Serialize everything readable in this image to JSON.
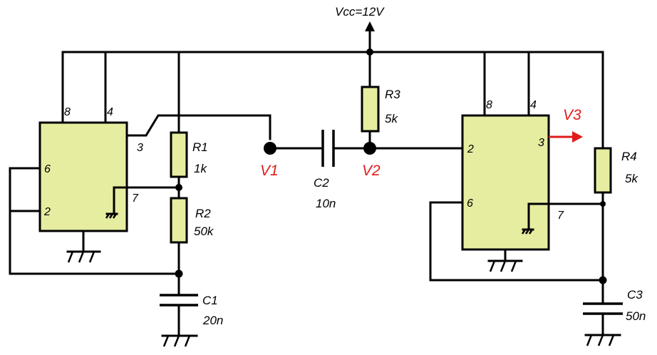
{
  "supply": {
    "label": "Vcc=12V"
  },
  "ic_left": {
    "pin8": "8",
    "pin4": "4",
    "pin3": "3",
    "pin6": "6",
    "pin2": "2",
    "pin7": "7"
  },
  "ic_right": {
    "pin8": "8",
    "pin4": "4",
    "pin3": "3",
    "pin2": "2",
    "pin6": "6",
    "pin7": "7"
  },
  "components": {
    "R1": {
      "name": "R1",
      "value": "1k"
    },
    "R2": {
      "name": "R2",
      "value": "50k"
    },
    "R3": {
      "name": "R3",
      "value": "5k"
    },
    "R4": {
      "name": "R4",
      "value": "5k"
    },
    "C1": {
      "name": "C1",
      "value": "20n"
    },
    "C2": {
      "name": "C2",
      "value": "10n"
    },
    "C3": {
      "name": "C3",
      "value": "50n"
    }
  },
  "nodes": {
    "V1": "V1",
    "V2": "V2",
    "V3": "V3"
  },
  "colors": {
    "component_fill": "#e6eda0",
    "node_label": "#e01b1b",
    "wire": "#000000"
  }
}
